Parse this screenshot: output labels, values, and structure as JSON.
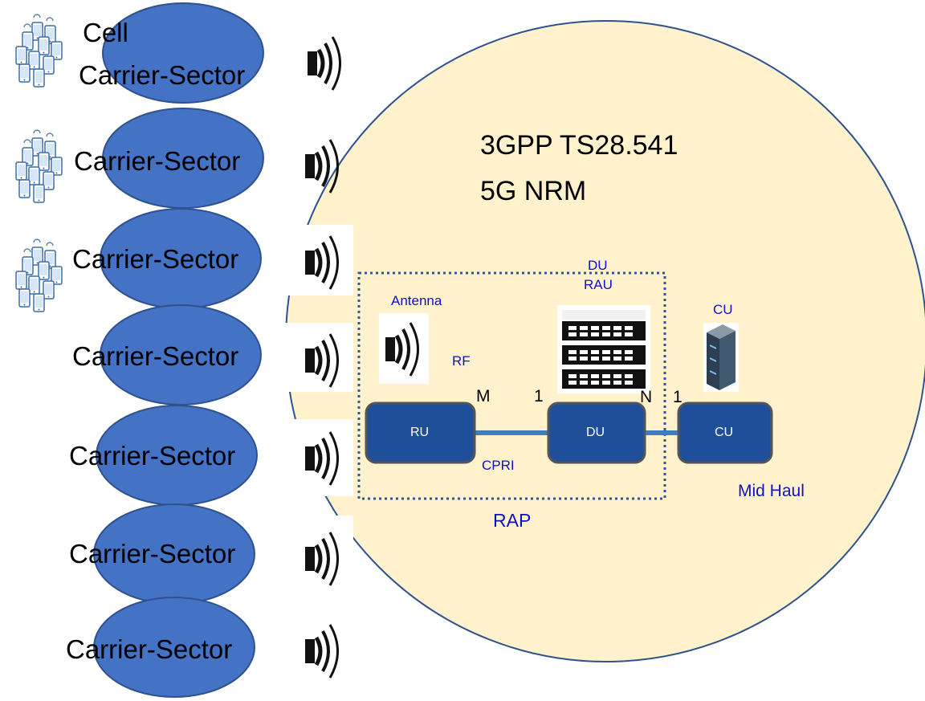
{
  "colors": {
    "sector_fill": "#4472c4",
    "sector_stroke": "#2f528f",
    "circle_fill": "#fff2cc",
    "circle_stroke": "#2f528f",
    "box_fill": "#1f4e9b",
    "box_stroke": "#555555",
    "link": "#3c7fc0",
    "dotted": "#2f5597",
    "blue_text": "#1010c8"
  },
  "cell_label": "Cell",
  "sectors": [
    "Carrier-Sector",
    "Carrier-Sector",
    "Carrier-Sector",
    "Carrier-Sector",
    "Carrier-Sector",
    "Carrier-Sector",
    "Carrier-Sector"
  ],
  "icons": {
    "antenna": "antenna-icon",
    "phones": "phone-cluster-icon",
    "server_rack": "server-rack-icon",
    "server_tower": "server-tower-icon"
  },
  "circle": {
    "title_line1": "3GPP TS28.541",
    "title_line2": "5G NRM"
  },
  "rap": {
    "antenna_label": "Antenna",
    "rf_label": "RF",
    "du_top_label": "DU",
    "rau_label": "RAU",
    "cu_top_label": "CU",
    "m_label": "M",
    "one_a_label": "1",
    "n_label": "N",
    "one_b_label": "1",
    "ru_box": "RU",
    "du_box": "DU",
    "cu_box": "CU",
    "cpri_label": "CPRI",
    "midhaul_label": "Mid Haul",
    "rap_label": "RAP"
  }
}
